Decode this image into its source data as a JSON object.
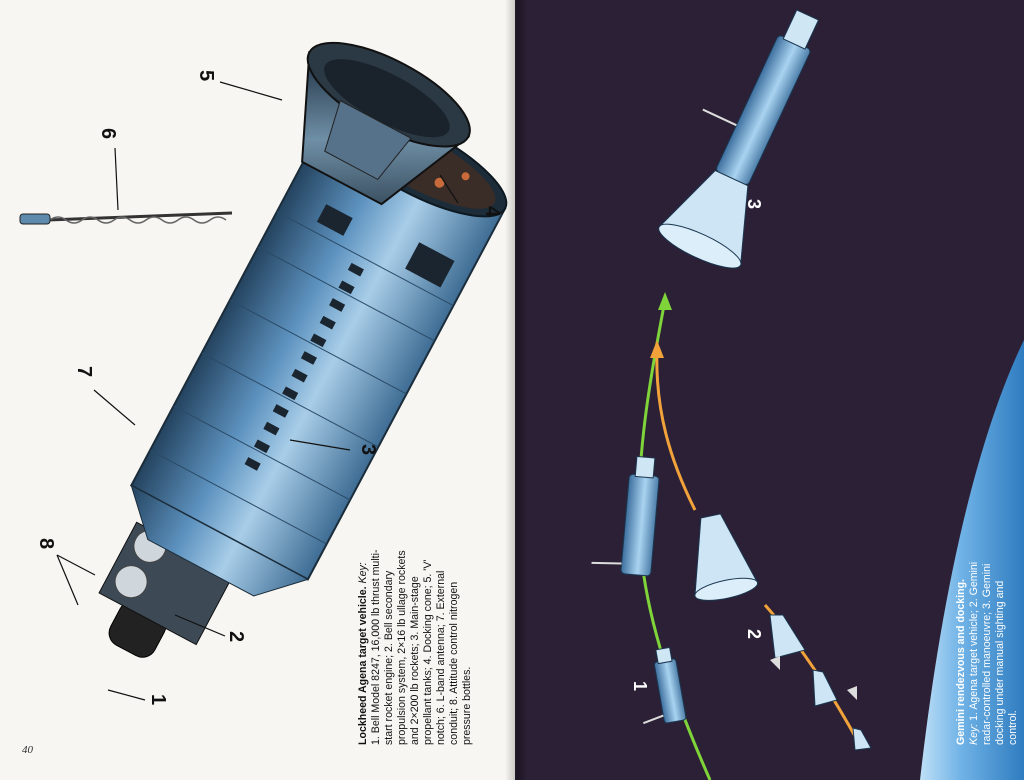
{
  "left_page": {
    "callouts": [
      "1",
      "2",
      "3",
      "4",
      "5",
      "6",
      "7",
      "8"
    ],
    "caption_title": "Lockheed Agena target vehicle.",
    "caption_key": "Key:",
    "caption_lines": [
      "1. Bell Model 8247, 16,000 lb thrust multi-",
      "start rocket engine; 2. Bell secondary",
      "propulsion system, 2×16 lb ullage rockets",
      "and 2×200 lb rockets; 3. Main-stage",
      "propellant tanks; 4. Docking cone; 5. 'V'",
      "notch; 6. L-band antenna; 7. External",
      "conduit; 8. Attitude control nitrogen",
      "pressure bottles."
    ],
    "folio": "40"
  },
  "right_page": {
    "callouts": [
      "1",
      "2",
      "3"
    ],
    "caption_title": "Gemini rendezvous and docking.",
    "caption_key": "Key:",
    "caption_lines": [
      "1. Agena target vehicle; 2. Gemini",
      "radar-controlled manoeuvre; 3. Gemini",
      "docking under manual sighting and control."
    ],
    "colors": {
      "space": "#2b2035",
      "earth": "#6fb2e6",
      "arrow_green": "#7fd43a",
      "arrow_orange": "#f2a23a"
    }
  }
}
